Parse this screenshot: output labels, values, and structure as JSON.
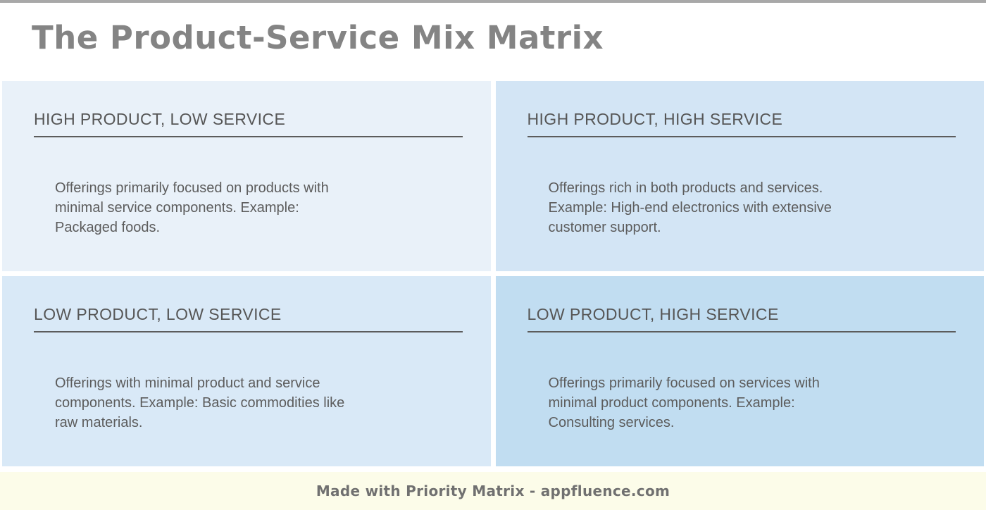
{
  "window": {
    "top_border_color": "#a8a8a8"
  },
  "header": {
    "title": "The Product-Service Mix Matrix",
    "title_color": "#848484"
  },
  "quadrants": [
    {
      "id": "high-product-low-service",
      "title": "HIGH PRODUCT, LOW SERVICE",
      "description": "Offerings primarily focused on products with\nminimal service components. Example:\nPackaged foods.",
      "bg": "#e9f1f9"
    },
    {
      "id": "high-product-high-service",
      "title": "HIGH PRODUCT, HIGH SERVICE",
      "description": "Offerings rich in both products and services.\nExample: High-end electronics with extensive\ncustomer support.",
      "bg": "#d3e5f5"
    },
    {
      "id": "low-product-low-service",
      "title": "LOW PRODUCT, LOW SERVICE",
      "description": "Offerings with minimal product and service\ncomponents. Example: Basic commodities like\nraw materials.",
      "bg": "#d9e9f7"
    },
    {
      "id": "low-product-high-service",
      "title": "LOW PRODUCT, HIGH SERVICE",
      "description": "Offerings primarily focused on services with\nminimal product components. Example:\nConsulting services.",
      "bg": "#c1ddf1"
    }
  ],
  "footer": {
    "text": "Made with Priority Matrix - appfluence.com",
    "bg": "#fcfce9",
    "text_color": "#707070"
  }
}
